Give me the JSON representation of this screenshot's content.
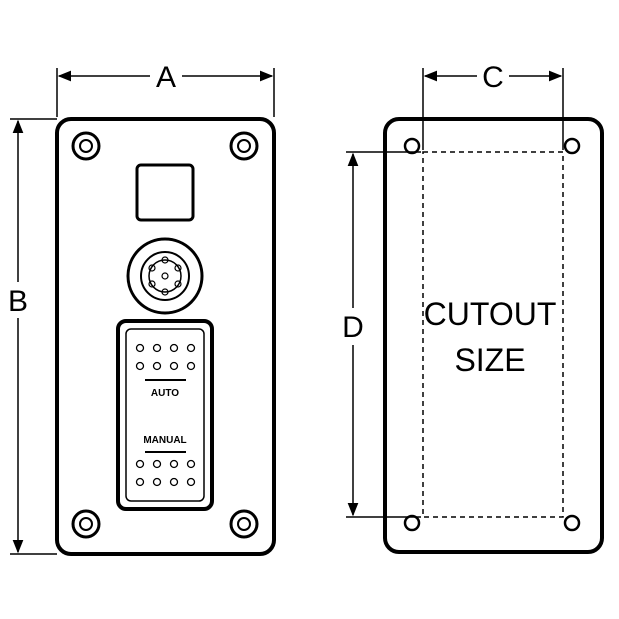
{
  "dimensions": {
    "a": "A",
    "b": "B",
    "c": "C",
    "d": "D"
  },
  "cutout": {
    "line1": "CUTOUT",
    "line2": "SIZE"
  },
  "switch": {
    "top_label": "AUTO",
    "bottom_label": "MANUAL"
  },
  "colors": {
    "line": "#000000",
    "background": "#ffffff"
  }
}
